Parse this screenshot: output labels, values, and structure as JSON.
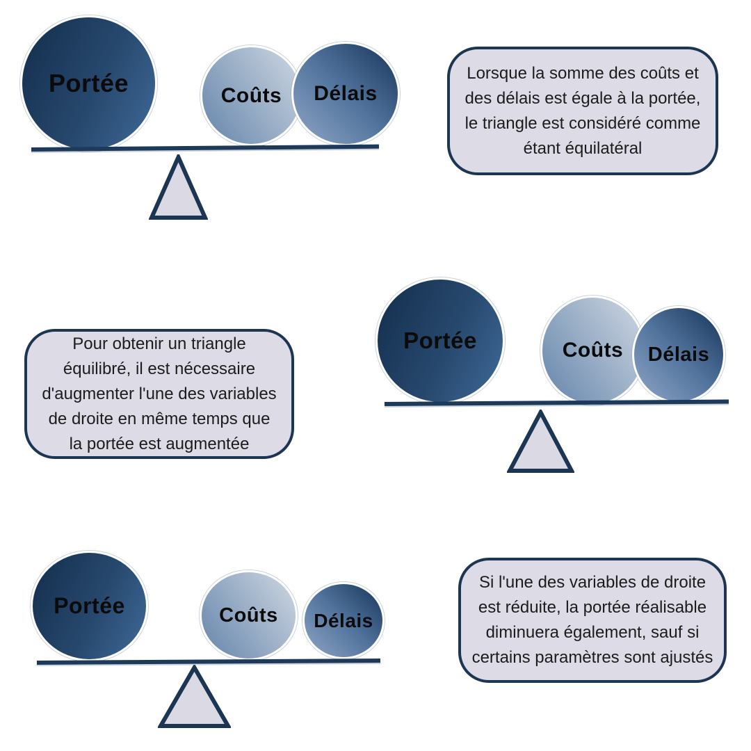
{
  "palette": {
    "navy_line": "#1e3a5a",
    "navy_border": "#1b3553",
    "note_fill": "#dcdbe6",
    "triangle_fill": "#dbd9e4",
    "scope_gradient_start": "#132e4d",
    "scope_gradient_end": "#3f6a99",
    "costs_gradient_start": "#6485ab",
    "costs_gradient_end": "#cfd8e2",
    "delays_gradient_start": "#8fa6c5",
    "delays_gradient_end": "#173459",
    "label_color": "#0b0b0b",
    "note_text_color": "#1c1c1c",
    "background": "#ffffff"
  },
  "balances": [
    {
      "scope_label": "Portée",
      "costs_label": "Coûts",
      "delays_label": "Délais"
    },
    {
      "scope_label": "Portée",
      "costs_label": "Coûts",
      "delays_label": "Délais"
    },
    {
      "scope_label": "Portée",
      "costs_label": "Coûts",
      "delays_label": "Délais"
    }
  ],
  "notes": [
    {
      "text": "Lorsque la somme des coûts et des délais est égale à la portée, le triangle est considéré comme étant équilatéral",
      "lines": [
        "Lorsque la somme des coûts et",
        "des délais est égale à la portée,",
        "le triangle est considéré comme",
        "étant équilatéral"
      ]
    },
    {
      "text": "Pour obtenir un triangle équilibré, il est nécessaire d'augmenter l'une des variables de droite en même temps que la portée est augmentée",
      "lines": [
        "Pour obtenir un triangle",
        "équilibré, il est nécessaire",
        "d'augmenter l'une des variables",
        "de droite en même temps que",
        "la portée est augmentée"
      ]
    },
    {
      "text": "Si l'une des variables de droite est réduite, la portée réalisable diminuera également, sauf si certains paramètres sont ajustés",
      "lines": [
        "Si l'une des variables de droite",
        "est réduite, la portée réalisable",
        "diminuera également, sauf si",
        "certains paramètres sont ajustés"
      ]
    }
  ]
}
